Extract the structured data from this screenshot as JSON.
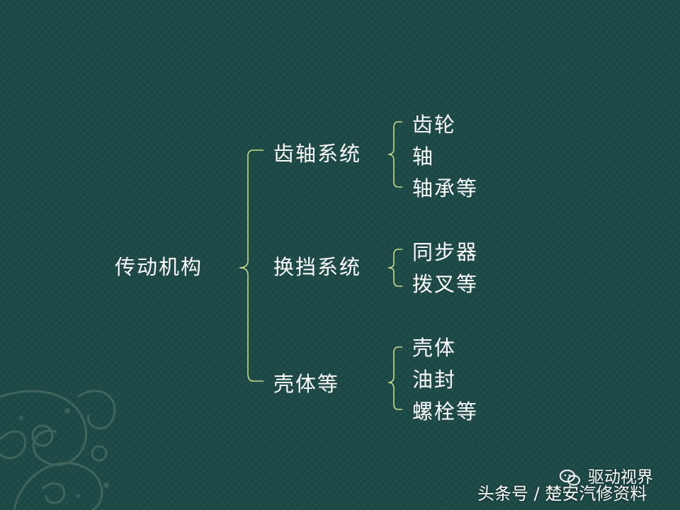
{
  "root": "传动机构",
  "branches": [
    {
      "label": "齿轴系统",
      "children": [
        "齿轮",
        "轴",
        "轴承等"
      ]
    },
    {
      "label": "换挡系统",
      "children": [
        "同步器",
        "拨叉等"
      ]
    },
    {
      "label": "壳体等",
      "children": [
        "壳体",
        "油封",
        "螺栓等"
      ]
    }
  ],
  "watermark": {
    "account": "驱动视界",
    "source": "头条号 / 楚安汽修资料",
    "icon": "wechat-icon"
  },
  "colors": {
    "background": "#1d4a47",
    "bracket": "#c7d98a",
    "text": "#ffffff"
  }
}
